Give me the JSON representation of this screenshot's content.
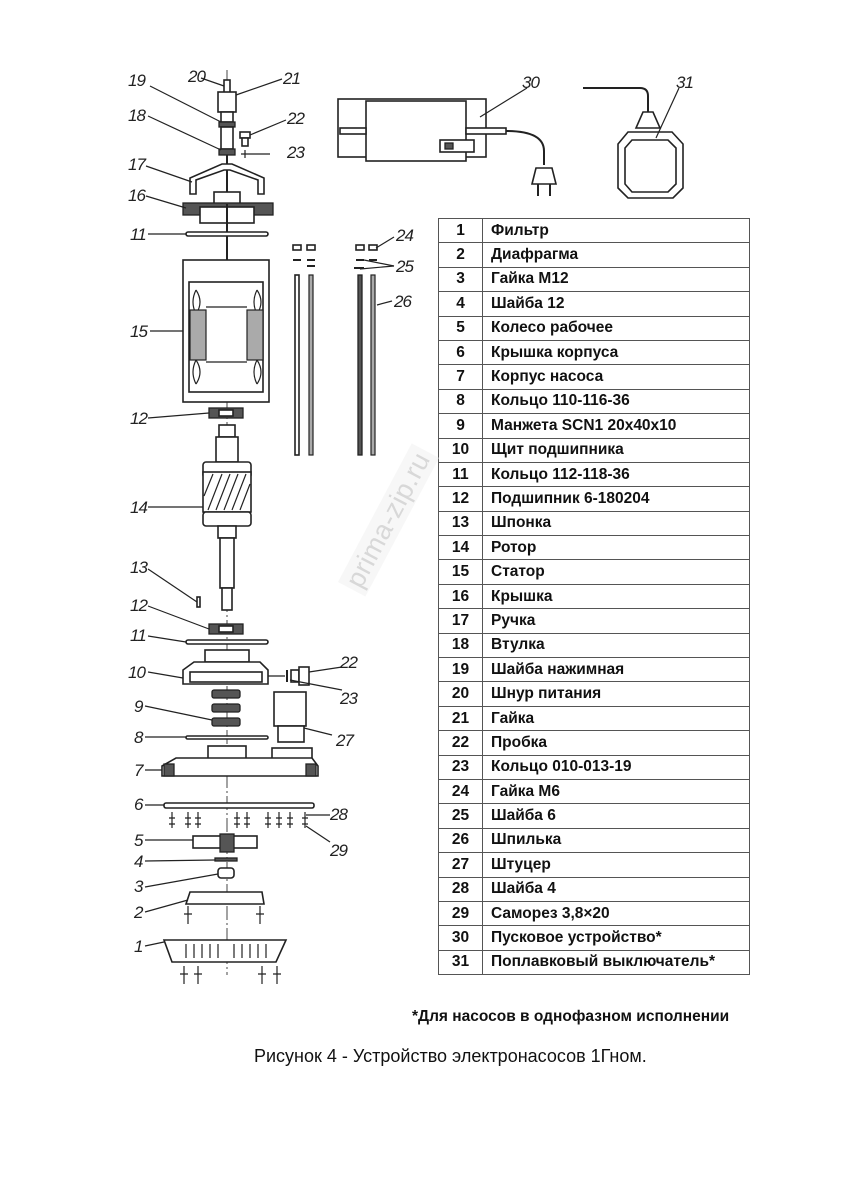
{
  "figure": {
    "callouts": [
      "1",
      "2",
      "3",
      "4",
      "5",
      "6",
      "7",
      "8",
      "9",
      "10",
      "11",
      "11",
      "12",
      "12",
      "13",
      "14",
      "15",
      "16",
      "17",
      "18",
      "19",
      "20",
      "21",
      "22",
      "22",
      "23",
      "23",
      "24",
      "25",
      "26",
      "27",
      "28",
      "29",
      "30",
      "31"
    ]
  },
  "parts_table": {
    "rows": [
      {
        "num": "1",
        "name": "Фильтр"
      },
      {
        "num": "2",
        "name": "Диафрагма"
      },
      {
        "num": "3",
        "name": "Гайка М12"
      },
      {
        "num": "4",
        "name": "Шайба 12"
      },
      {
        "num": "5",
        "name": "Колесо рабочее"
      },
      {
        "num": "6",
        "name": "Крышка корпуса"
      },
      {
        "num": "7",
        "name": "Корпус насоса"
      },
      {
        "num": "8",
        "name": "Кольцо 110-116-36"
      },
      {
        "num": "9",
        "name": "Манжета SCN1 20x40x10"
      },
      {
        "num": "10",
        "name": "Щит подшипника"
      },
      {
        "num": "11",
        "name": "Кольцо 112-118-36"
      },
      {
        "num": "12",
        "name": "Подшипник 6-180204"
      },
      {
        "num": "13",
        "name": "Шпонка"
      },
      {
        "num": "14",
        "name": "Ротор"
      },
      {
        "num": "15",
        "name": "Статор"
      },
      {
        "num": "16",
        "name": "Крышка"
      },
      {
        "num": "17",
        "name": "Ручка"
      },
      {
        "num": "18",
        "name": "Втулка"
      },
      {
        "num": "19",
        "name": "Шайба нажимная"
      },
      {
        "num": "20",
        "name": "Шнур питания"
      },
      {
        "num": "21",
        "name": "Гайка"
      },
      {
        "num": "22",
        "name": "Пробка"
      },
      {
        "num": "23",
        "name": "Кольцо 010-013-19"
      },
      {
        "num": "24",
        "name": "Гайка М6"
      },
      {
        "num": "25",
        "name": "Шайба 6"
      },
      {
        "num": "26",
        "name": "Шпилька"
      },
      {
        "num": "27",
        "name": "Штуцер"
      },
      {
        "num": "28",
        "name": "Шайба 4"
      },
      {
        "num": "29",
        "name": "Саморез 3,8×20"
      },
      {
        "num": "30",
        "name": "Пусковое устройство*"
      },
      {
        "num": "31",
        "name": "Поплавковый выключатель*"
      }
    ]
  },
  "footnote": "*Для насосов в однофазном исполнении",
  "caption": "Рисунок 4 - Устройство электронасосов 1Гном.",
  "watermark": "prima-zip.ru"
}
